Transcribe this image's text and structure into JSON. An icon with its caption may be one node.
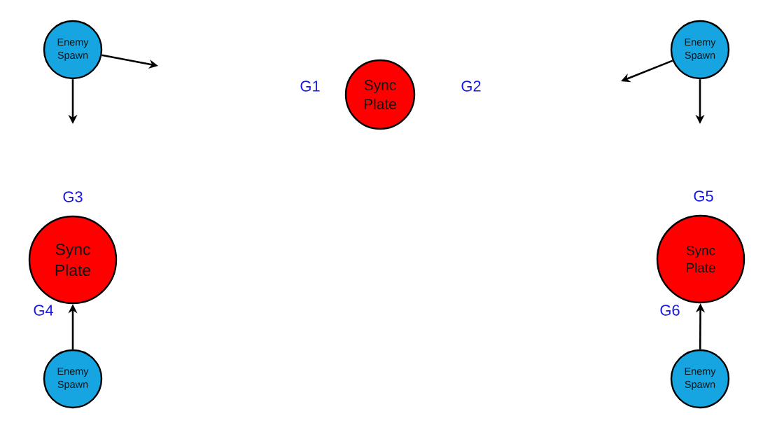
{
  "diagram": {
    "nodes": [
      {
        "text": [
          "Enemy Spawn"
        ]
      },
      {
        "text": [
          "Sync Plate"
        ],
        "beside": [
          "G1",
          "G2"
        ]
      },
      {
        "text": [
          "Enemy Spawn"
        ]
      },
      {
        "text": [
          "Sync Plate"
        ],
        "beside": [
          "G3",
          "G4"
        ]
      },
      {
        "text": [
          "Sync Plate"
        ],
        "beside": [
          "G5",
          "G6"
        ]
      },
      {
        "text": [
          "Enemy Spawn"
        ]
      },
      {
        "text": [
          "Enemy Spawn"
        ]
      }
    ],
    "edges": [
      {
        "from": 0,
        "to": null,
        "arrow": "to"
      },
      {
        "from": 0,
        "to": null,
        "arrow": "to"
      },
      {
        "from": 2,
        "to": null,
        "arrow": "to"
      },
      {
        "from": 2,
        "to": null,
        "arrow": "to"
      },
      {
        "from": 5,
        "to": 3,
        "arrow": "to"
      },
      {
        "from": 6,
        "to": 4,
        "arrow": "to"
      }
    ]
  }
}
